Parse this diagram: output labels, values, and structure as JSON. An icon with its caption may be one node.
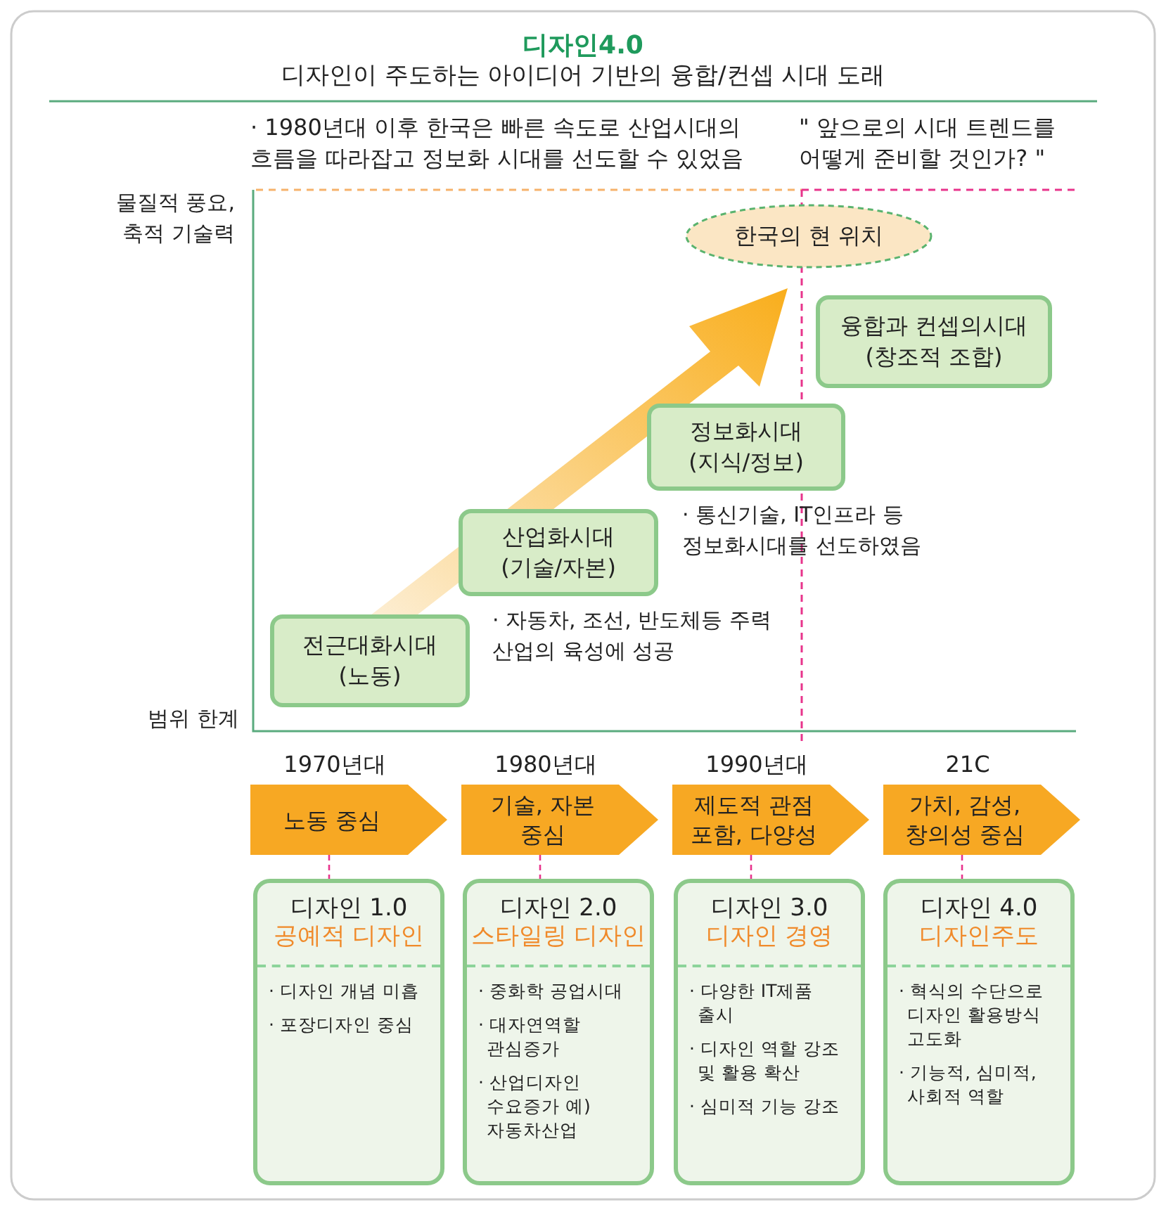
{
  "diagram": {
    "title": "디자인4.0",
    "nodes": [
      {
        "text": [
          "전근대화시대 (노동)"
        ]
      },
      {
        "text": [
          "산업화시대 (기술/자본)"
        ],
        "beside": [
          "· 자동차, 조선, 반도체등 주력 산업의 육성에 성공"
        ]
      },
      {
        "text": [
          "정보화시대 (지식/정보)"
        ],
        "beside": [
          "· 통신기술, IT인프라 등 정보화시대를 선도하였음"
        ]
      },
      {
        "text": [
          "한국의 현 위치"
        ]
      },
      {
        "text": [
          "융합과 컨셉의시대 (창조적 조합)"
        ]
      },
      {
        "text": [
          "노동 중심"
        ],
        "beside": [
          "1970년대"
        ]
      },
      {
        "text": [
          "기술, 자본 중심"
        ],
        "beside": [
          "1980년대"
        ]
      },
      {
        "text": [
          "제도적 관점 포함, 다양성"
        ],
        "beside": [
          "1990년대"
        ]
      },
      {
        "text": [
          "가치, 감성, 창의성 중심"
        ],
        "beside": [
          "21C"
        ]
      },
      {
        "text": [
          "디자인 1.0",
          "공예적 디자인",
          "· 디자인 개념 미흡",
          "· 포장디자인 중심"
        ]
      },
      {
        "text": [
          "디자인 2.0",
          "스타일링 디자인",
          "· 중화학 공업시대",
          "· 대자연역할 관심증가",
          "· 산업디자인 수요증가 예) 자동차산업"
        ]
      },
      {
        "text": [
          "디자인 3.0",
          "디자인 경영",
          "· 다양한 IT제품 출시",
          "· 디자인 역할 강조 및 활용 확산",
          "· 심미적 기능 강조"
        ]
      },
      {
        "text": [
          "디자인 4.0",
          "디자인주도",
          "· 혁식의 수단으로 디자인 활용방식 고도화",
          "· 기능적, 심미적, 사회적 역할"
        ]
      }
    ],
    "edges": [
      {
        "from": 5,
        "to": 9,
        "arrow": "none",
        "style": "dashed",
        "color": "#e8348c"
      },
      {
        "from": 6,
        "to": 10,
        "arrow": "none",
        "style": "dashed",
        "color": "#e8348c"
      },
      {
        "from": 7,
        "to": 11,
        "arrow": "none",
        "style": "dashed",
        "color": "#e8348c"
      },
      {
        "from": 8,
        "to": 12,
        "arrow": "none",
        "style": "dashed",
        "color": "#e8348c"
      }
    ],
    "labels": [
      "디자인이 주도하는 아이디어 기반의 융합/컨셉 시대 도래",
      "· 1980년대 이후 한국은 빠른 속도로 산업시대의 흐름을 따라잡고 정보화 시대를 선도할 수 있었음",
      "\" 앞으로의 시대 트렌드를 어떻게 준비할 것인가? \"",
      "물질적 풍요, 축적 기술력",
      "범위 한계"
    ]
  }
}
